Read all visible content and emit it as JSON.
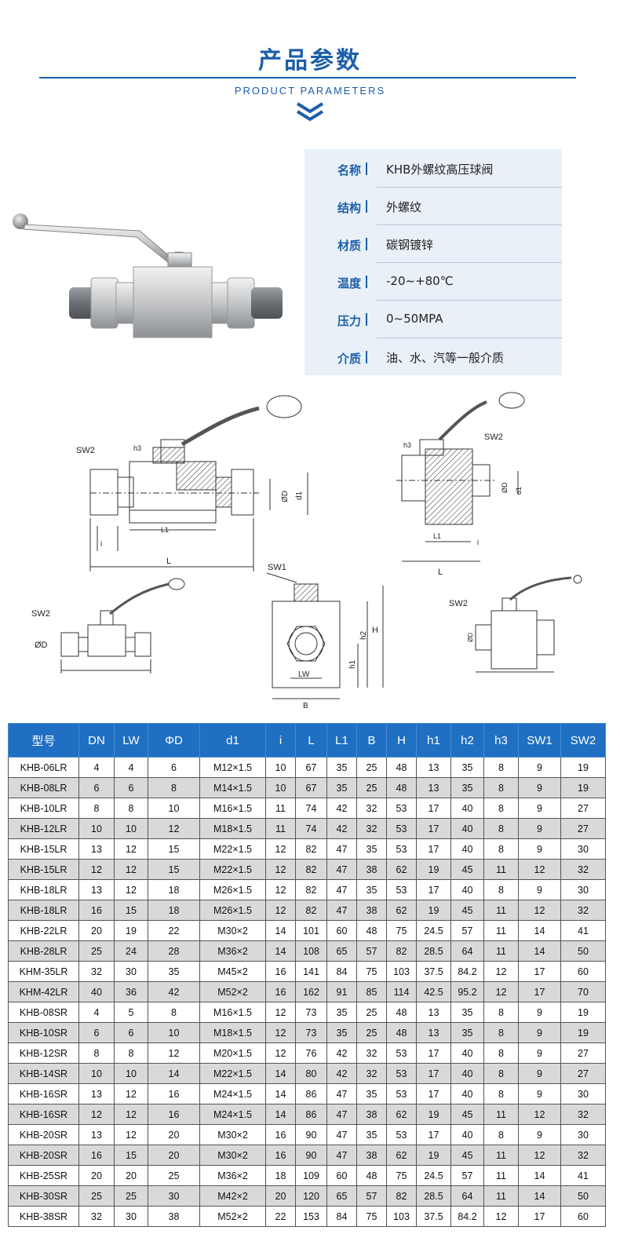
{
  "header": {
    "title": "产品参数",
    "subtitle": "PRODUCT PARAMETERS"
  },
  "specs": [
    {
      "label": "名称",
      "value": "KHB外螺纹高压球阀"
    },
    {
      "label": "结构",
      "value": "外螺纹"
    },
    {
      "label": "材质",
      "value": "碳钢镀锌"
    },
    {
      "label": "温度",
      "value": "-20~+80℃"
    },
    {
      "label": "压力",
      "value": "0~50MPA"
    },
    {
      "label": "介质",
      "value": "油、水、汽等一般介质"
    }
  ],
  "drawing_labels": {
    "sw1": "SW1",
    "sw2": "SW2",
    "h1": "h1",
    "h2": "h2",
    "h3": "h3",
    "H": "H",
    "B": "B",
    "L": "L",
    "L1": "L1",
    "LW": "LW",
    "i": "i",
    "od": "ØD",
    "d1": "d1"
  },
  "colors": {
    "brand": "#1c5fa8",
    "table_header": "#1f6fc2",
    "table_alt": "#d9d9d9",
    "spec_bg": "#e9f0f8"
  },
  "table": {
    "headers": [
      "型号",
      "DN",
      "LW",
      "ΦD",
      "d1",
      "i",
      "L",
      "L1",
      "B",
      "H",
      "h1",
      "h2",
      "h3",
      "SW1",
      "SW2"
    ],
    "rows": [
      [
        "KHB-06LR",
        "4",
        "4",
        "6",
        "M12×1.5",
        "10",
        "67",
        "35",
        "25",
        "48",
        "13",
        "35",
        "8",
        "9",
        "19"
      ],
      [
        "KHB-08LR",
        "6",
        "6",
        "8",
        "M14×1.5",
        "10",
        "67",
        "35",
        "25",
        "48",
        "13",
        "35",
        "8",
        "9",
        "19"
      ],
      [
        "KHB-10LR",
        "8",
        "8",
        "10",
        "M16×1.5",
        "11",
        "74",
        "42",
        "32",
        "53",
        "17",
        "40",
        "8",
        "9",
        "27"
      ],
      [
        "KHB-12LR",
        "10",
        "10",
        "12",
        "M18×1.5",
        "11",
        "74",
        "42",
        "32",
        "53",
        "17",
        "40",
        "8",
        "9",
        "27"
      ],
      [
        "KHB-15LR",
        "13",
        "12",
        "15",
        "M22×1.5",
        "12",
        "82",
        "47",
        "35",
        "53",
        "17",
        "40",
        "8",
        "9",
        "30"
      ],
      [
        "KHB-15LR",
        "12",
        "12",
        "15",
        "M22×1.5",
        "12",
        "82",
        "47",
        "38",
        "62",
        "19",
        "45",
        "11",
        "12",
        "32"
      ],
      [
        "KHB-18LR",
        "13",
        "12",
        "18",
        "M26×1.5",
        "12",
        "82",
        "47",
        "35",
        "53",
        "17",
        "40",
        "8",
        "9",
        "30"
      ],
      [
        "KHB-18LR",
        "16",
        "15",
        "18",
        "M26×1.5",
        "12",
        "82",
        "47",
        "38",
        "62",
        "19",
        "45",
        "11",
        "12",
        "32"
      ],
      [
        "KHB-22LR",
        "20",
        "19",
        "22",
        "M30×2",
        "14",
        "101",
        "60",
        "48",
        "75",
        "24.5",
        "57",
        "11",
        "14",
        "41"
      ],
      [
        "KHB-28LR",
        "25",
        "24",
        "28",
        "M36×2",
        "14",
        "108",
        "65",
        "57",
        "82",
        "28.5",
        "64",
        "11",
        "14",
        "50"
      ],
      [
        "KHM-35LR",
        "32",
        "30",
        "35",
        "M45×2",
        "16",
        "141",
        "84",
        "75",
        "103",
        "37.5",
        "84.2",
        "12",
        "17",
        "60"
      ],
      [
        "KHM-42LR",
        "40",
        "36",
        "42",
        "M52×2",
        "16",
        "162",
        "91",
        "85",
        "114",
        "42.5",
        "95.2",
        "12",
        "17",
        "70"
      ],
      [
        "KHB-08SR",
        "4",
        "5",
        "8",
        "M16×1.5",
        "12",
        "73",
        "35",
        "25",
        "48",
        "13",
        "35",
        "8",
        "9",
        "19"
      ],
      [
        "KHB-10SR",
        "6",
        "6",
        "10",
        "M18×1.5",
        "12",
        "73",
        "35",
        "25",
        "48",
        "13",
        "35",
        "8",
        "9",
        "19"
      ],
      [
        "KHB-12SR",
        "8",
        "8",
        "12",
        "M20×1.5",
        "12",
        "76",
        "42",
        "32",
        "53",
        "17",
        "40",
        "8",
        "9",
        "27"
      ],
      [
        "KHB-14SR",
        "10",
        "10",
        "14",
        "M22×1.5",
        "14",
        "80",
        "42",
        "32",
        "53",
        "17",
        "40",
        "8",
        "9",
        "27"
      ],
      [
        "KHB-16SR",
        "13",
        "12",
        "16",
        "M24×1.5",
        "14",
        "86",
        "47",
        "35",
        "53",
        "17",
        "40",
        "8",
        "9",
        "30"
      ],
      [
        "KHB-16SR",
        "12",
        "12",
        "16",
        "M24×1.5",
        "14",
        "86",
        "47",
        "38",
        "62",
        "19",
        "45",
        "11",
        "12",
        "32"
      ],
      [
        "KHB-20SR",
        "13",
        "12",
        "20",
        "M30×2",
        "16",
        "90",
        "47",
        "35",
        "53",
        "17",
        "40",
        "8",
        "9",
        "30"
      ],
      [
        "KHB-20SR",
        "16",
        "15",
        "20",
        "M30×2",
        "16",
        "90",
        "47",
        "38",
        "62",
        "19",
        "45",
        "11",
        "12",
        "32"
      ],
      [
        "KHB-25SR",
        "20",
        "20",
        "25",
        "M36×2",
        "18",
        "109",
        "60",
        "48",
        "75",
        "24.5",
        "57",
        "11",
        "14",
        "41"
      ],
      [
        "KHB-30SR",
        "25",
        "25",
        "30",
        "M42×2",
        "20",
        "120",
        "65",
        "57",
        "82",
        "28.5",
        "64",
        "11",
        "14",
        "50"
      ],
      [
        "KHB-38SR",
        "32",
        "30",
        "38",
        "M52×2",
        "22",
        "153",
        "84",
        "75",
        "103",
        "37.5",
        "84.2",
        "12",
        "17",
        "60"
      ]
    ]
  }
}
